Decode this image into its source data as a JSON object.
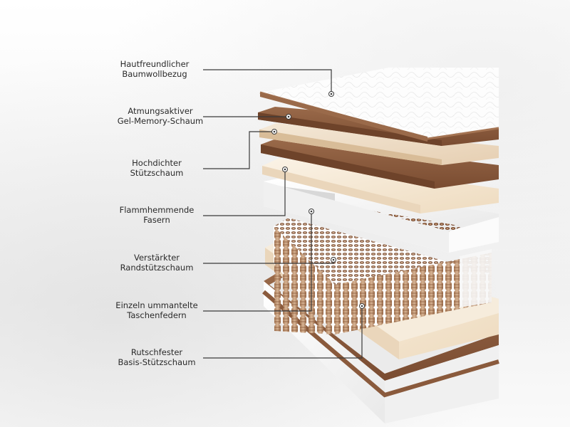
{
  "layers": [
    {
      "id": "cover",
      "line1": "Hautfreundlicher",
      "line2": "Baumwollbezug"
    },
    {
      "id": "gel",
      "line1": "Atmungsaktiver",
      "line2": "Gel-Memory-Schaum"
    },
    {
      "id": "support",
      "line1": "Hochdichter",
      "line2": "Stützschaum"
    },
    {
      "id": "fibers",
      "line1": "Flammhemmende",
      "line2": "Fasern"
    },
    {
      "id": "edge",
      "line1": "Verstärkter",
      "line2": "Randstützschaum"
    },
    {
      "id": "springs",
      "line1": "Einzeln ummantelte",
      "line2": "Taschenfedern"
    },
    {
      "id": "base",
      "line1": "Rutschfester",
      "line2": "Basis-Stützschaum"
    }
  ],
  "colors": {
    "brown": "#8a5a3c",
    "brown_dark": "#6e432a",
    "tan": "#c9a07c",
    "cream": "#f3e6d3",
    "white_foam": "#f7f7f7",
    "line": "#3a3a3a"
  }
}
